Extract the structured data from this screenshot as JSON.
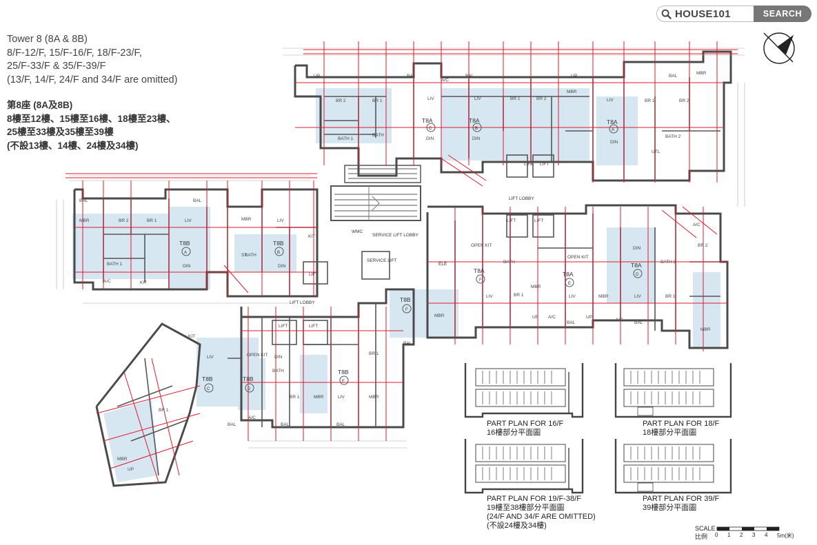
{
  "search": {
    "brand": "HOUSE101",
    "button_label": "SEARCH"
  },
  "legend": {
    "en_title": "Tower 8 (8A & 8B)",
    "en_lines": [
      "8/F-12/F, 15/F-16/F, 18/F-23/F,",
      "25/F-33/F & 35/F-39/F",
      "(13/F, 14/F, 24/F and 34/F are omitted)"
    ],
    "cn_title": "第8座 (8A及8B)",
    "cn_lines": [
      "8樓至12樓、15樓至16樓、18樓至23樓、",
      "25樓至33樓及35樓至39樓",
      "(不設13樓、14樓、24樓及34樓)"
    ]
  },
  "part_plans": {
    "p16": {
      "en": "PART PLAN FOR 16/F",
      "cn": "16樓部分平面圖"
    },
    "p18": {
      "en": "PART PLAN FOR 18/F",
      "cn": "18樓部分平面圖"
    },
    "p19": {
      "en": "PART PLAN FOR 19/F-38/F",
      "cn": "19樓至38樓部分平面圖",
      "note_en": "(24/F AND 34/F ARE OMITTED)",
      "note_cn": "(不設24樓及34樓)"
    },
    "p39": {
      "en": "PART PLAN FOR 39/F",
      "cn": "39樓部分平面圖"
    }
  },
  "scale": {
    "label_en": "SCALE",
    "label_cn": "比例",
    "ticks": [
      "0",
      "1",
      "2",
      "3",
      "4",
      "5m(米)"
    ]
  },
  "common_labels": {
    "lift_lobby": "LIFT LOBBY",
    "lift_lobby_2": "LIFT LOBBY",
    "service_lift": "SERVICE LIFT",
    "service_lift_lobby": "SERVICE LIFT LOBBY",
    "ele": "ELE",
    "wmc": "WMC"
  },
  "units": [
    {
      "tower": "T8A",
      "flat": "C"
    },
    {
      "tower": "T8A",
      "flat": "B"
    },
    {
      "tower": "T8A",
      "flat": "A"
    },
    {
      "tower": "T8B",
      "flat": "A"
    },
    {
      "tower": "T8B",
      "flat": "B"
    },
    {
      "tower": "T8B",
      "flat": "F"
    },
    {
      "tower": "T8A",
      "flat": "F"
    },
    {
      "tower": "T8A",
      "flat": "E"
    },
    {
      "tower": "T8A",
      "flat": "D"
    },
    {
      "tower": "T8B",
      "flat": "C"
    },
    {
      "tower": "T8B",
      "flat": "D"
    },
    {
      "tower": "T8B",
      "flat": "E"
    }
  ],
  "room_labels": {
    "mbr": "MBR",
    "br1": "BR 1",
    "br2": "BR 2",
    "bath": "BATH",
    "bath1": "BATH 1",
    "bath2": "BATH 2",
    "liv": "LIV",
    "din": "DIN",
    "kit": "KIT",
    "open_kit": "OPEN KIT",
    "bal": "BAL",
    "ac": "A/C",
    "up": "UP",
    "utl": "UTL",
    "st": "ST",
    "lift": "LIFT"
  },
  "colors": {
    "wall": "#555555",
    "dimension": "#e0192b",
    "room_fill": "#cfe3ef",
    "accent": "#777777"
  }
}
